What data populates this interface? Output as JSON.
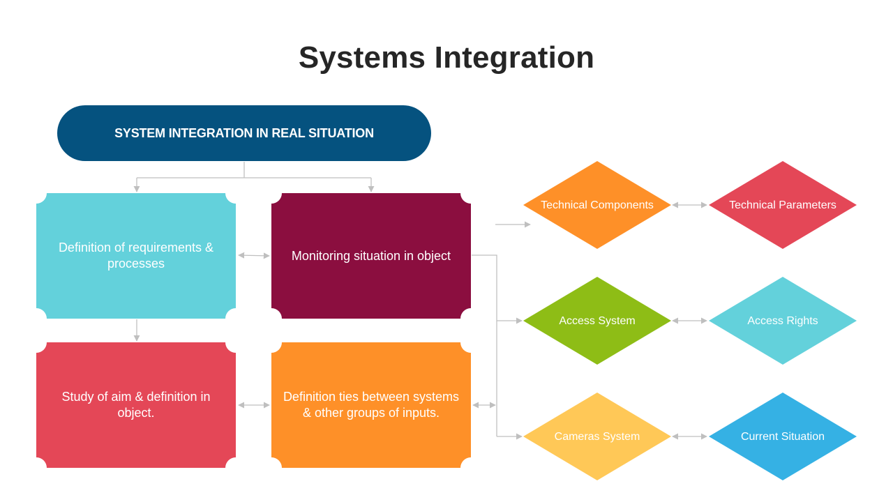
{
  "slide": {
    "title": "Systems Integration",
    "header": "SYSTEM INTEGRATION IN REAL SITUATION"
  },
  "boxes": {
    "requirements": {
      "label": "Definition of requirements & processes",
      "color": "#63d1db"
    },
    "monitoring": {
      "label": "Monitoring situation in object",
      "color": "#8b0e3f"
    },
    "study": {
      "label": "Study of aim & definition in object.",
      "color": "#e44757"
    },
    "ties": {
      "label": "Definition ties between systems & other groups of inputs.",
      "color": "#fe9028"
    }
  },
  "diamonds": {
    "technical_components": {
      "label": "Technical Components",
      "color": "#fe9028"
    },
    "technical_parameters": {
      "label": "Technical Parameters",
      "color": "#e44757"
    },
    "access_system": {
      "label": "Access System",
      "color": "#8ebd16"
    },
    "access_rights": {
      "label": "Access Rights",
      "color": "#63d1db"
    },
    "cameras_system": {
      "label": "Cameras System",
      "color": "#ffc857"
    },
    "current_situation": {
      "label": "Current Situation",
      "color": "#35b1e4"
    }
  },
  "colors": {
    "connector": "#bfbfbf",
    "header_fill": "#05527f",
    "title_text": "#262626"
  }
}
